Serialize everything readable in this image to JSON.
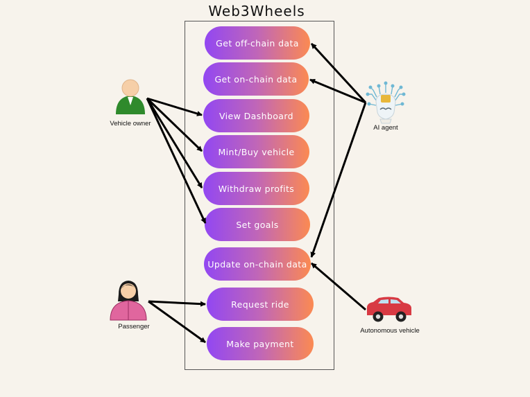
{
  "title": "Web3Wheels",
  "use_cases": [
    "Get off-chain data",
    "Get on-chain data",
    "View Dashboard",
    "Mint/Buy vehicle",
    "Withdraw profits",
    "Set goals",
    "Update on-chain data",
    "Request ride",
    "Make payment"
  ],
  "actors": {
    "owner": "Vehicle  owner",
    "passenger": "Passenger",
    "ai_agent": "AI agent",
    "vehicle": "Autonomous vehicle"
  },
  "associations": [
    {
      "from": "owner",
      "to": "View Dashboard"
    },
    {
      "from": "owner",
      "to": "Mint/Buy vehicle"
    },
    {
      "from": "owner",
      "to": "Withdraw profits"
    },
    {
      "from": "owner",
      "to": "Set goals"
    },
    {
      "from": "ai_agent",
      "to": "Get off-chain data"
    },
    {
      "from": "ai_agent",
      "to": "Get on-chain data"
    },
    {
      "from": "ai_agent",
      "to": "Update on-chain data"
    },
    {
      "from": "passenger",
      "to": "Request ride"
    },
    {
      "from": "passenger",
      "to": "Make payment"
    },
    {
      "from": "vehicle",
      "to": "Update on-chain data"
    }
  ],
  "colors": {
    "gradient_start": "#9247f2",
    "gradient_end": "#fb8a52",
    "owner_shirt": "#2f8a2c",
    "passenger_top": "#e0669e",
    "car_body": "#d83a43"
  }
}
